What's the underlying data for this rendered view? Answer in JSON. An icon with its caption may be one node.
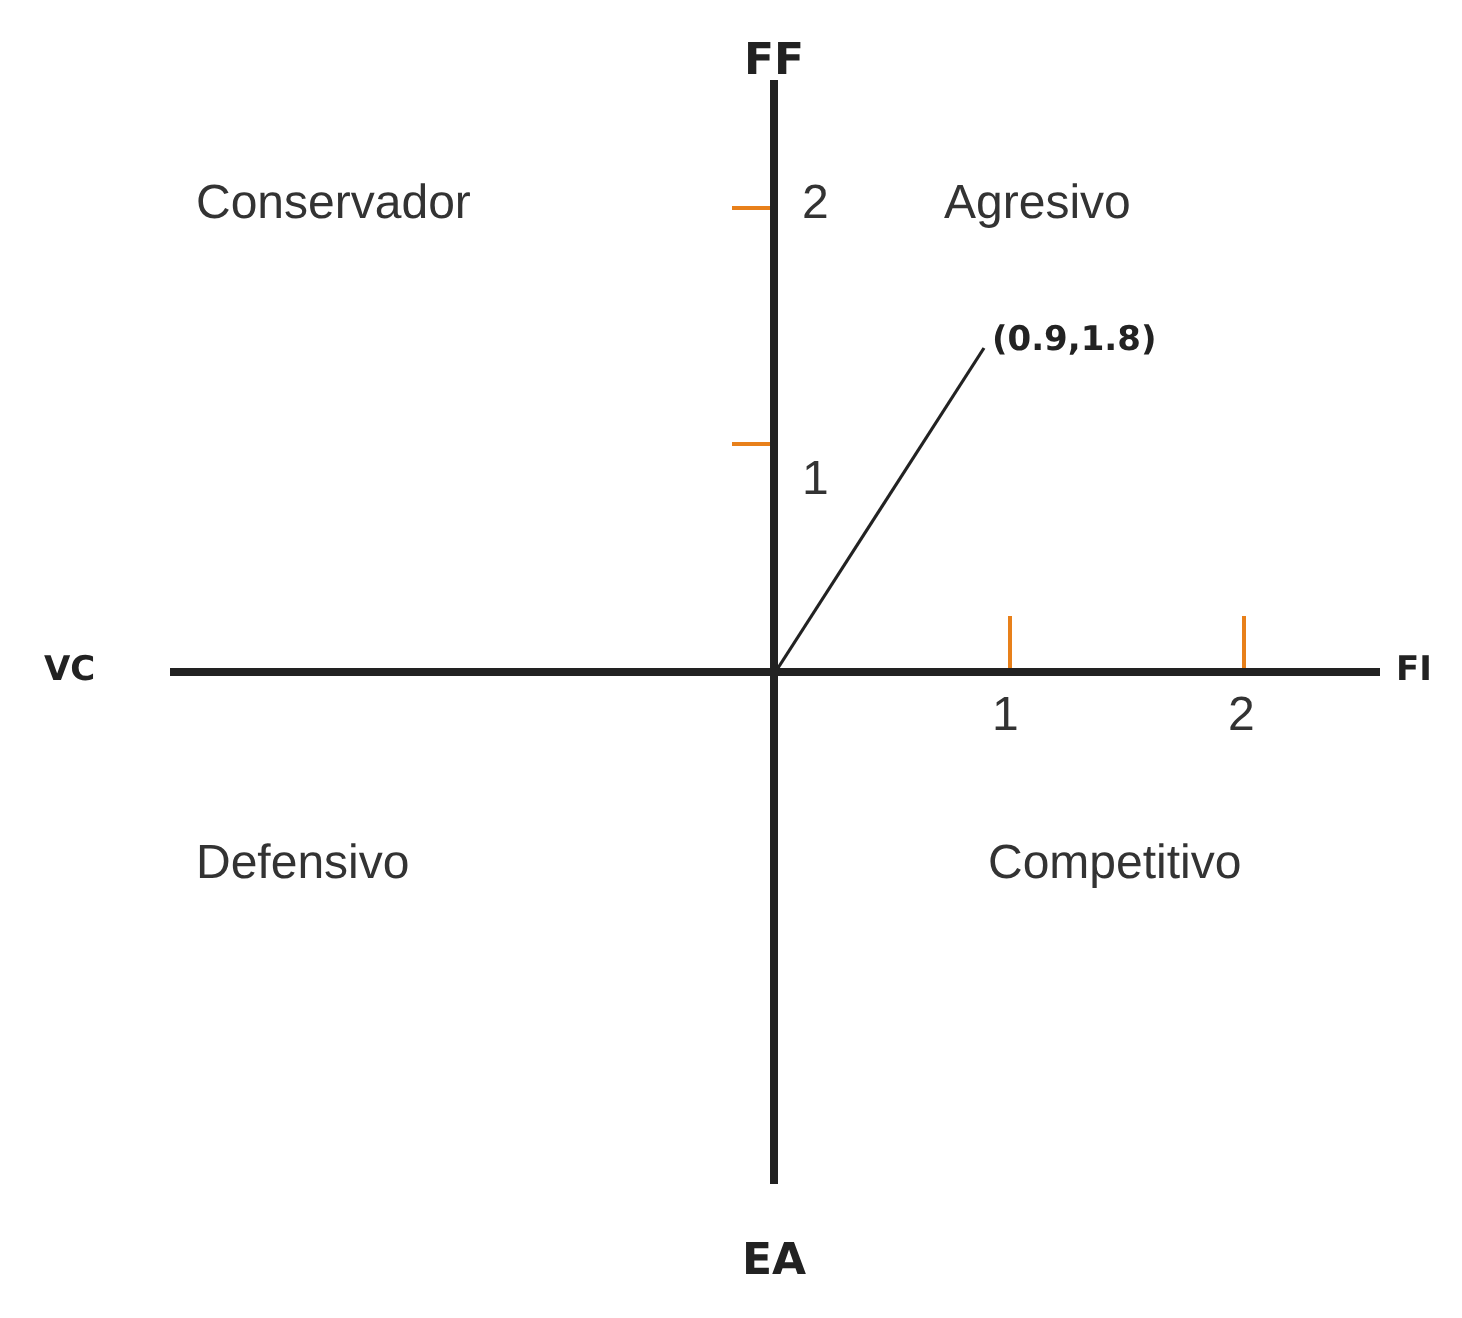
{
  "diagram": {
    "labels": [
      "FF",
      "Conservador",
      "2",
      "Agresivo",
      "(0.9,1.8)",
      "1",
      "VC",
      "FI",
      "1",
      "2",
      "Defensivo",
      "Competitivo",
      "EA"
    ]
  }
}
